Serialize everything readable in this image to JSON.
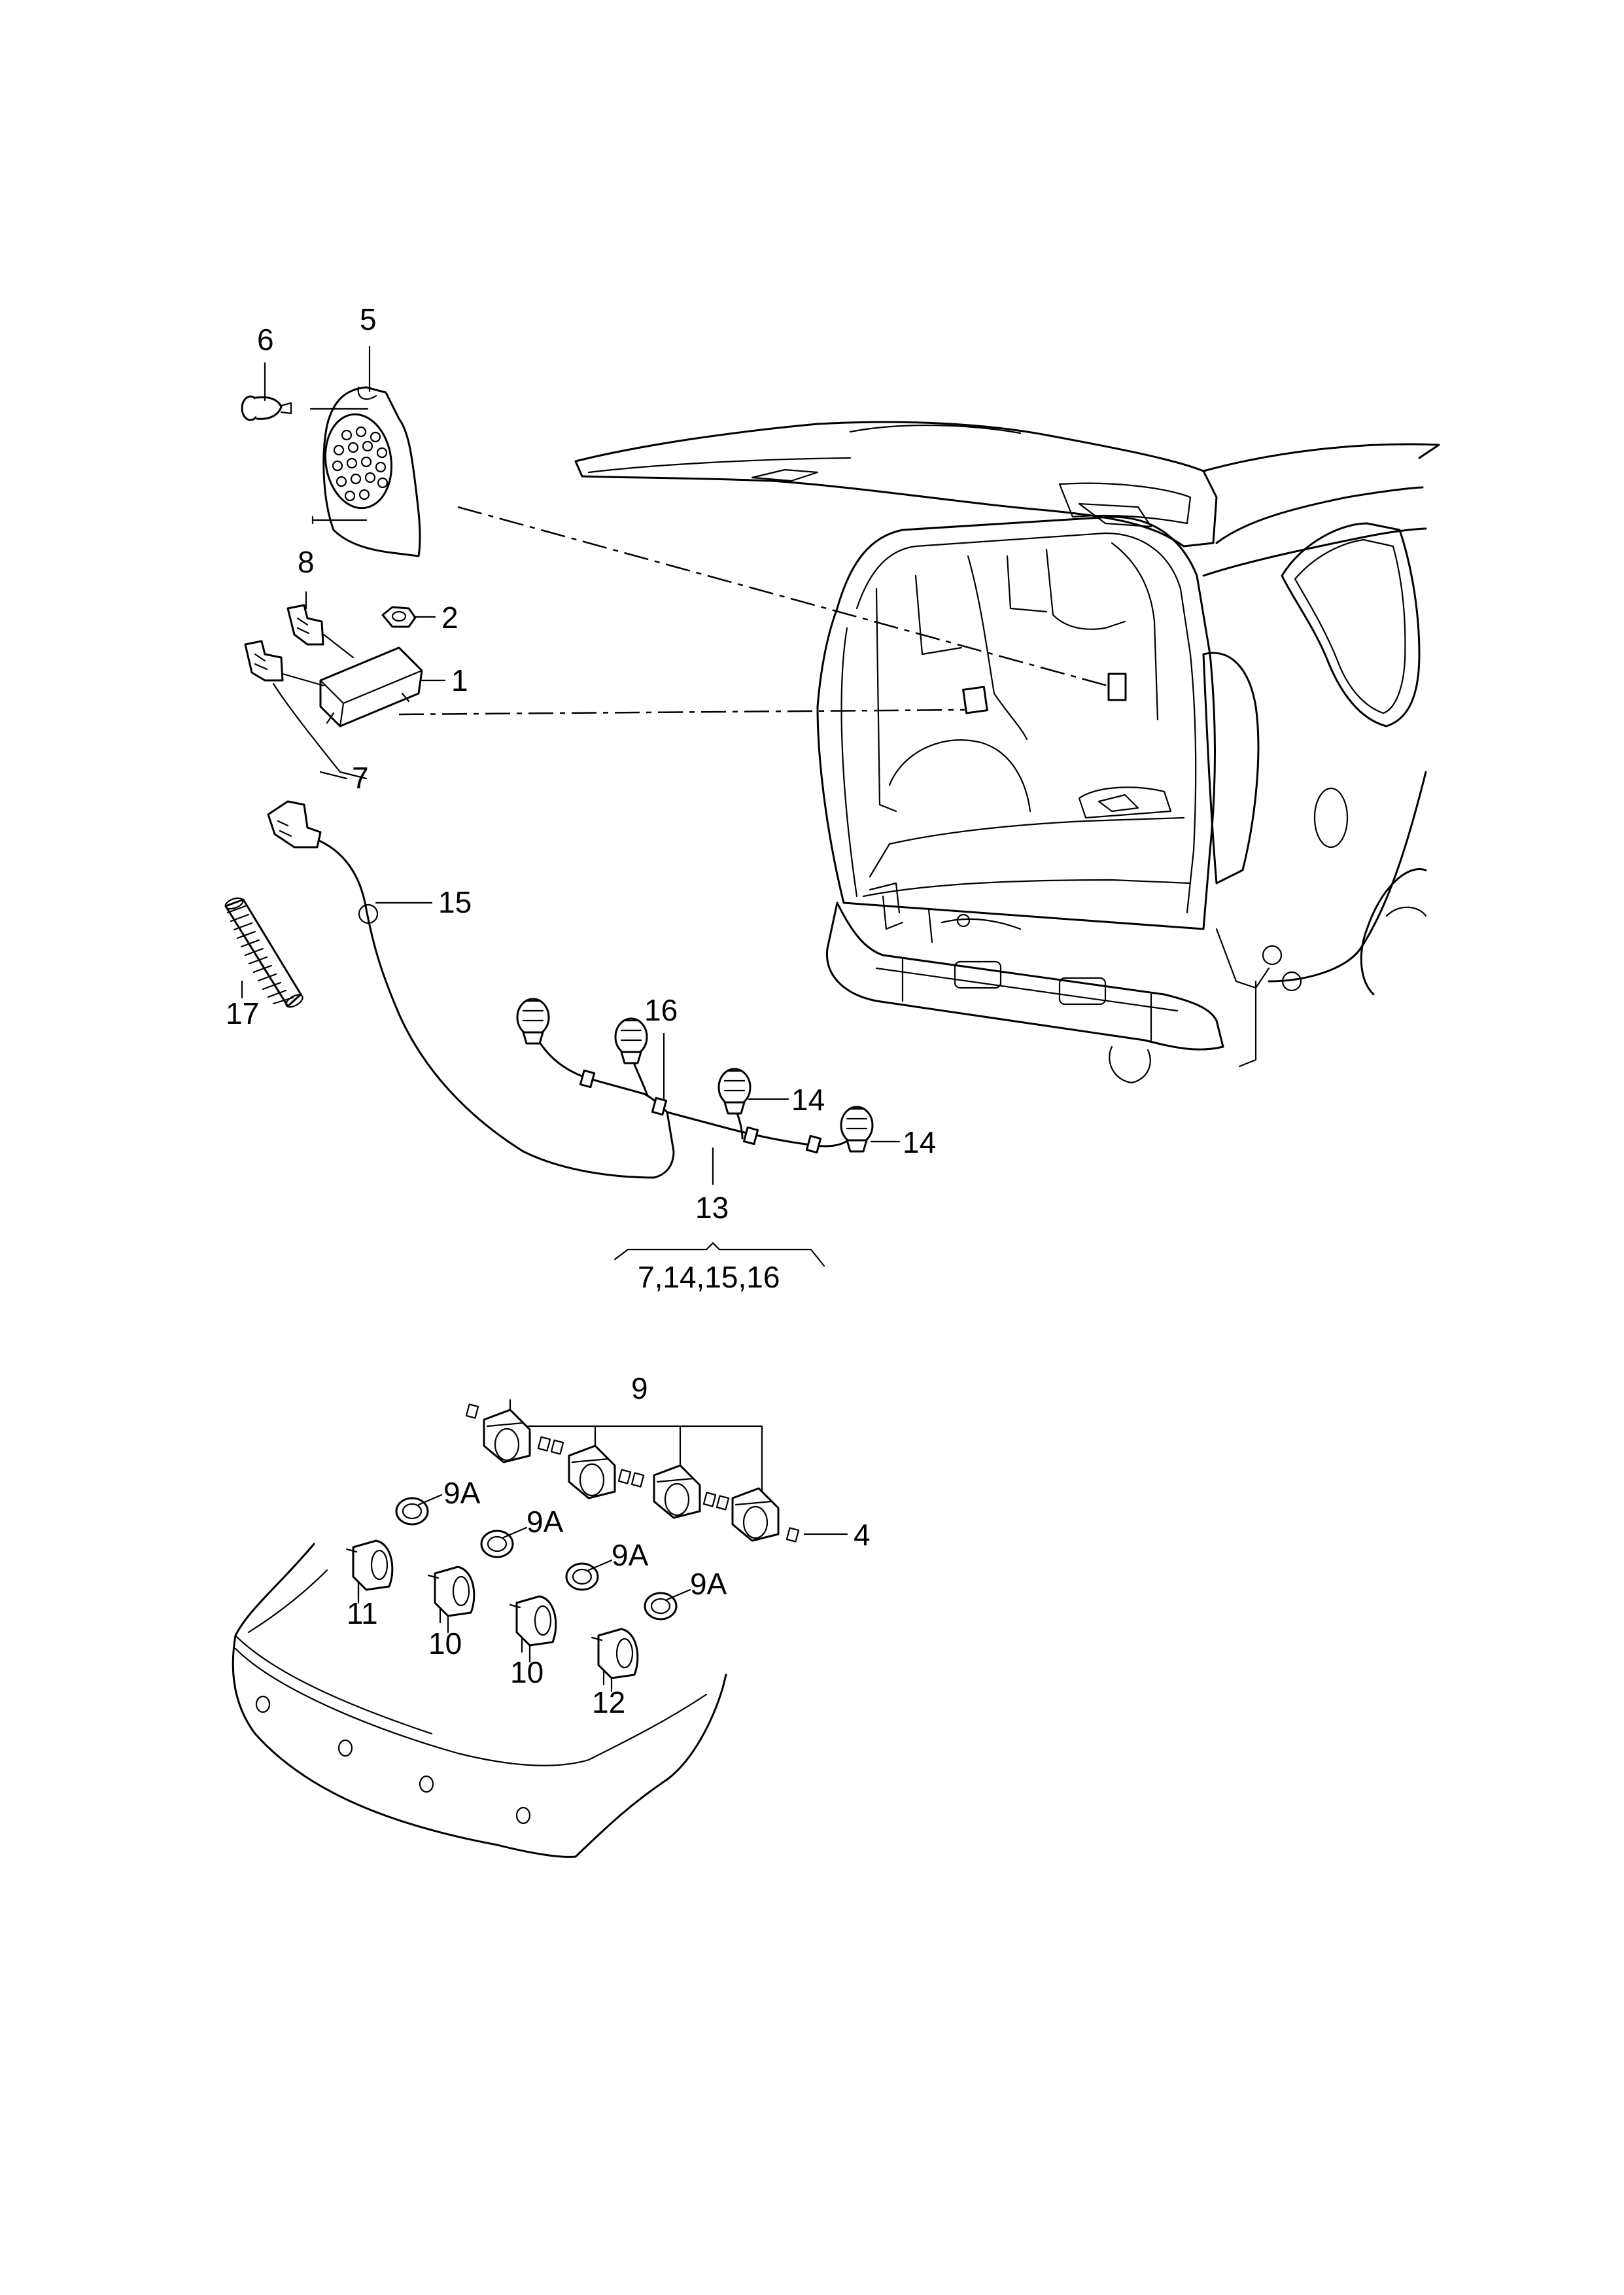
{
  "callouts": {
    "c1": "1",
    "c2": "2",
    "c4": "4",
    "c5": "5",
    "c6": "6",
    "c7": "7",
    "c8": "8",
    "c9": "9",
    "c9a_1": "9A",
    "c9a_2": "9A",
    "c9a_3": "9A",
    "c9a_4": "9A",
    "c10_1": "10",
    "c10_2": "10",
    "c11": "11",
    "c12": "12",
    "c13": "13",
    "c14_1": "14",
    "c14_2": "14",
    "c15": "15",
    "c16": "16",
    "c17": "17",
    "kit_contents": "7,14,15,16"
  }
}
